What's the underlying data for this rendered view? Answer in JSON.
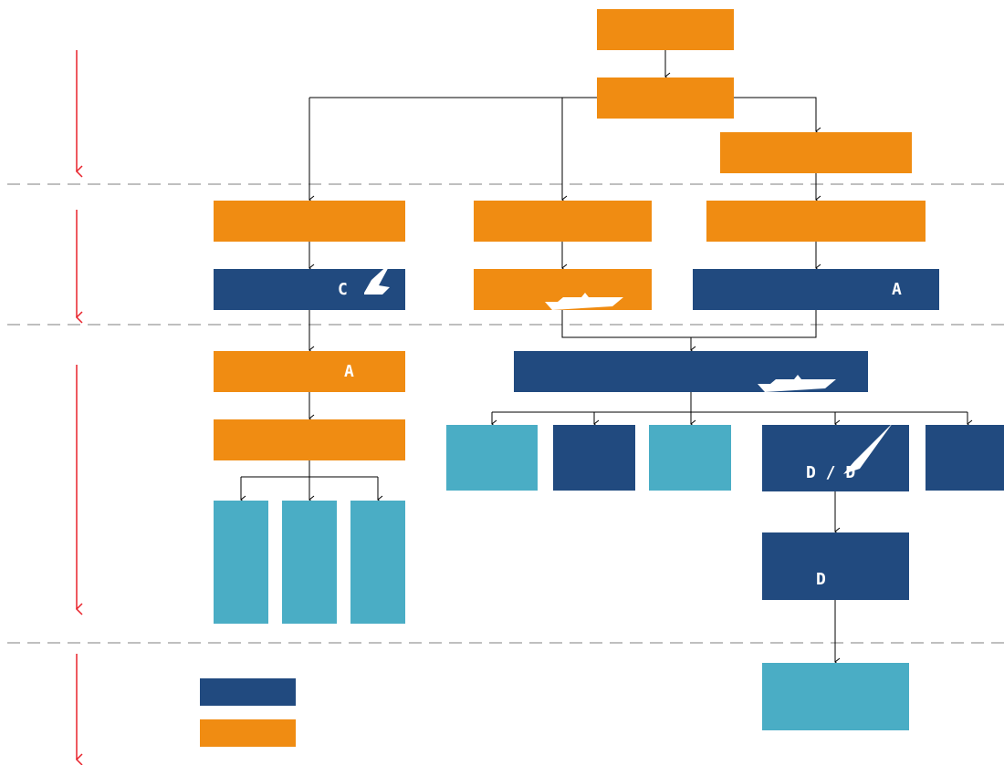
{
  "colors": {
    "orange": "#F08C12",
    "navy": "#214A7F",
    "teal": "#4AADC5",
    "connector": "#000000",
    "stage_arrow": "#E8222B",
    "divider": "#AAAAAA"
  },
  "nodes": {
    "r1_top": {
      "text": ""
    },
    "r1_mid": {
      "text": ""
    },
    "r1_right": {
      "text": ""
    },
    "r2_left": {
      "text": ""
    },
    "r2_mid": {
      "text": ""
    },
    "r2_right": {
      "text": ""
    },
    "r3_left": {
      "text": "C"
    },
    "r3_mid": {
      "text": ""
    },
    "r3_right": {
      "text": "A"
    },
    "r4_left_a": {
      "text": "A"
    },
    "r4_center": {
      "text": ""
    },
    "r4_left_b": {
      "text": ""
    },
    "leaf_left_1": {
      "text": ""
    },
    "leaf_left_2": {
      "text": ""
    },
    "leaf_left_3": {
      "text": ""
    },
    "child_1": {
      "text": ""
    },
    "child_2": {
      "text": ""
    },
    "child_3": {
      "text": ""
    },
    "child_4": {
      "text": "D / D"
    },
    "child_5": {
      "text": ""
    },
    "d_box": {
      "text": "D"
    },
    "final_box": {
      "text": ""
    }
  },
  "legend": [
    {
      "color": "navy",
      "label": ""
    },
    {
      "color": "orange",
      "label": ""
    }
  ],
  "icons": [
    "pen-icon",
    "boat-icon",
    "boat-icon",
    "pen-icon"
  ]
}
